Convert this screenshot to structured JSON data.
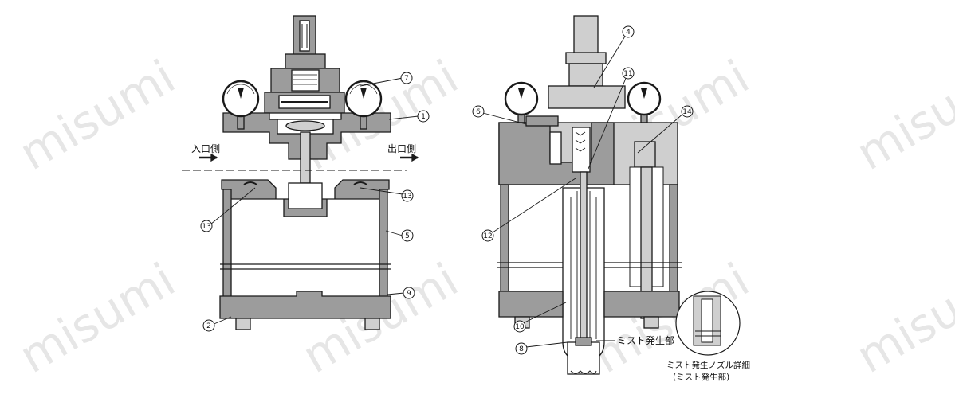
{
  "watermark": "misumi",
  "labels": {
    "inlet": "入口側",
    "outlet": "出口側",
    "mist_section": "ミスト発生部",
    "nozzle_detail_line1": "ミスト発生ノズル詳細",
    "nozzle_detail_line2": "(ミスト発生部)"
  },
  "callouts": {
    "c1": "1",
    "c2": "2",
    "c4": "4",
    "c5": "5",
    "c6": "6",
    "c7": "7",
    "c8": "8",
    "c9": "9",
    "c10": "10",
    "c11": "11",
    "c12": "12",
    "c13a": "13",
    "c13b": "13",
    "c14": "14"
  },
  "colors": {
    "part_fill": "#9c9c9c",
    "light_fill": "#cfcfcf",
    "outline": "#1a1a1a",
    "watermark": "#e6e6e6"
  }
}
